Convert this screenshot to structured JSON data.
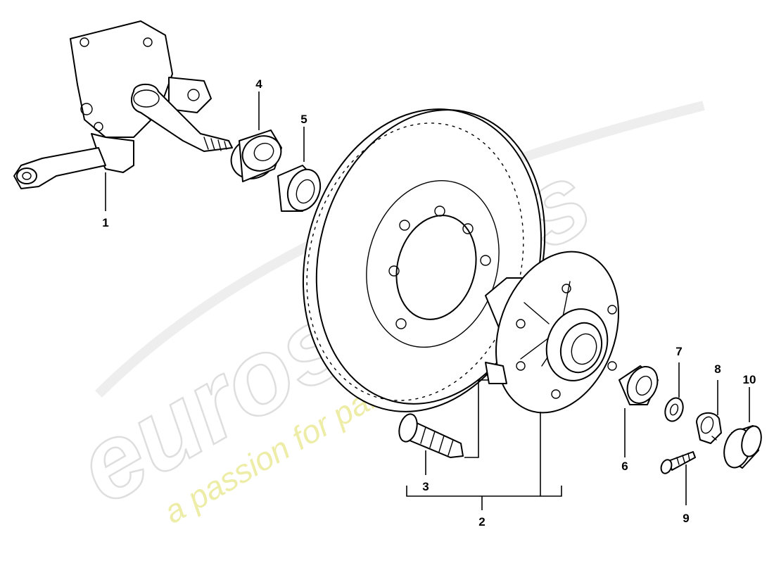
{
  "watermark": {
    "brand": "eurospares",
    "tagline": "a passion for parts since 1985"
  },
  "callouts": {
    "c1": "1",
    "c2": "2",
    "c3": "3",
    "c4": "4",
    "c5": "5",
    "c6": "6",
    "c7": "7",
    "c8": "8",
    "c9": "9",
    "c10": "10"
  }
}
